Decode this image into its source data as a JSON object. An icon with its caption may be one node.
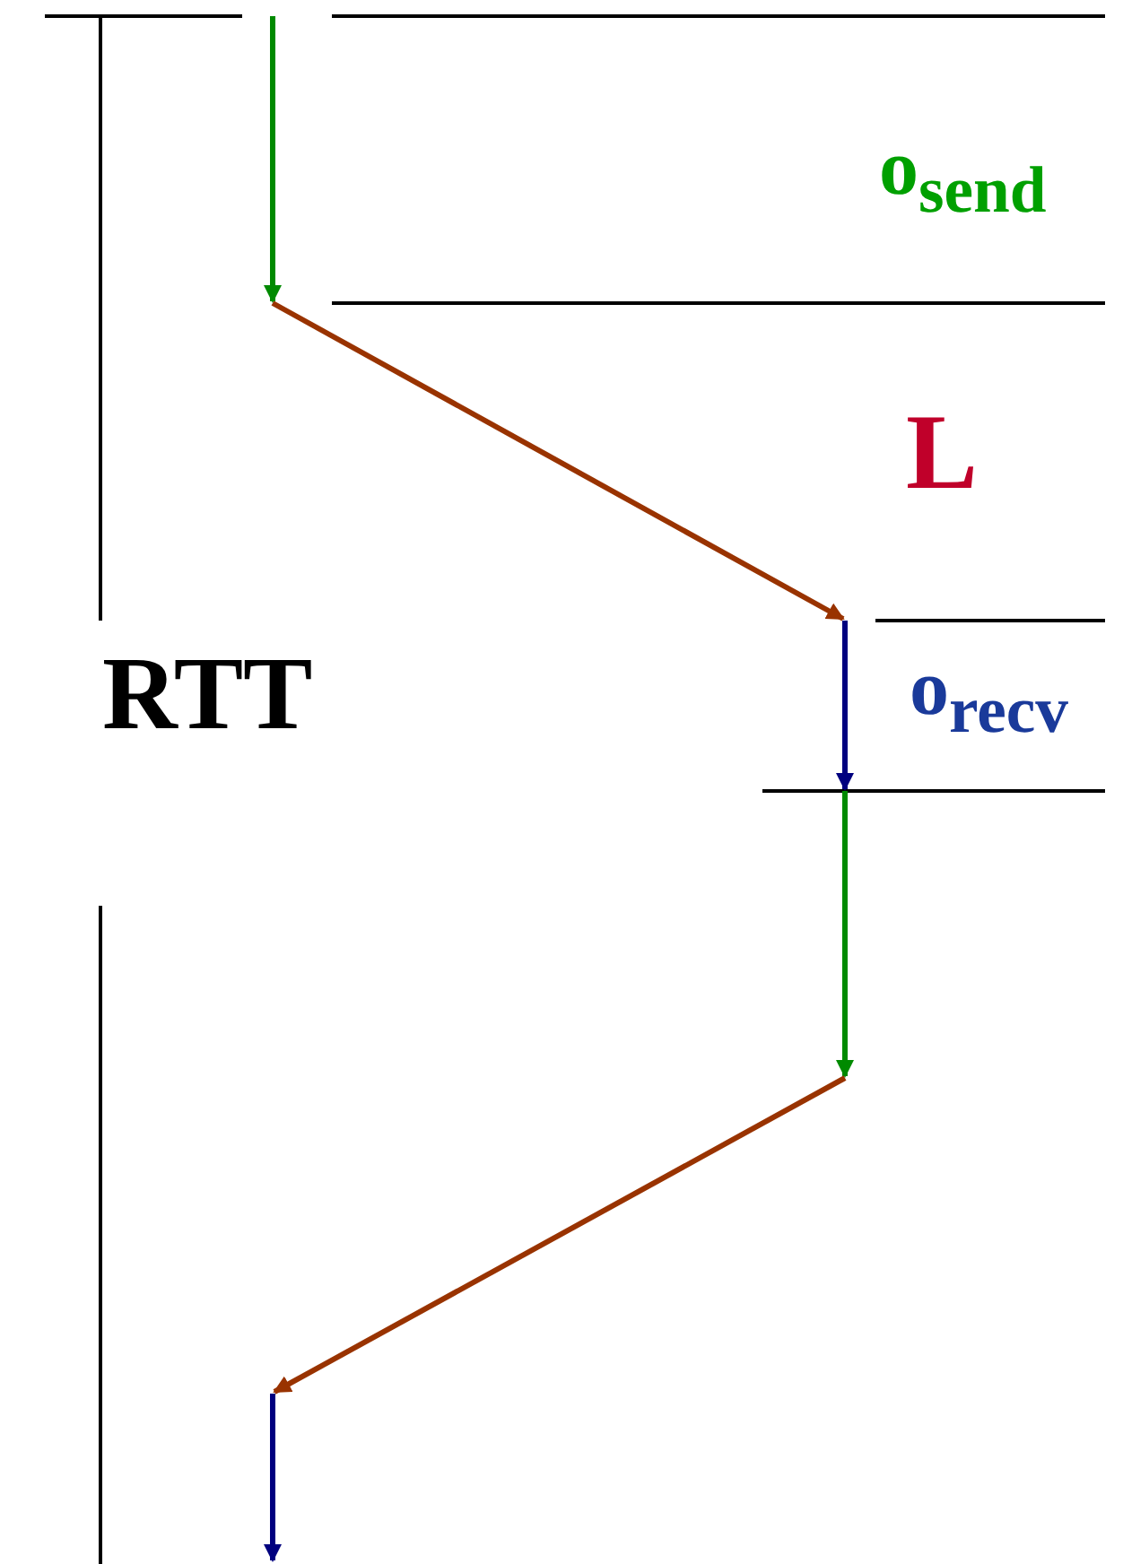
{
  "diagram": {
    "labels": [
      "o$_{send}$",
      "L",
      "o$_{recv}$",
      "RTT"
    ]
  }
}
